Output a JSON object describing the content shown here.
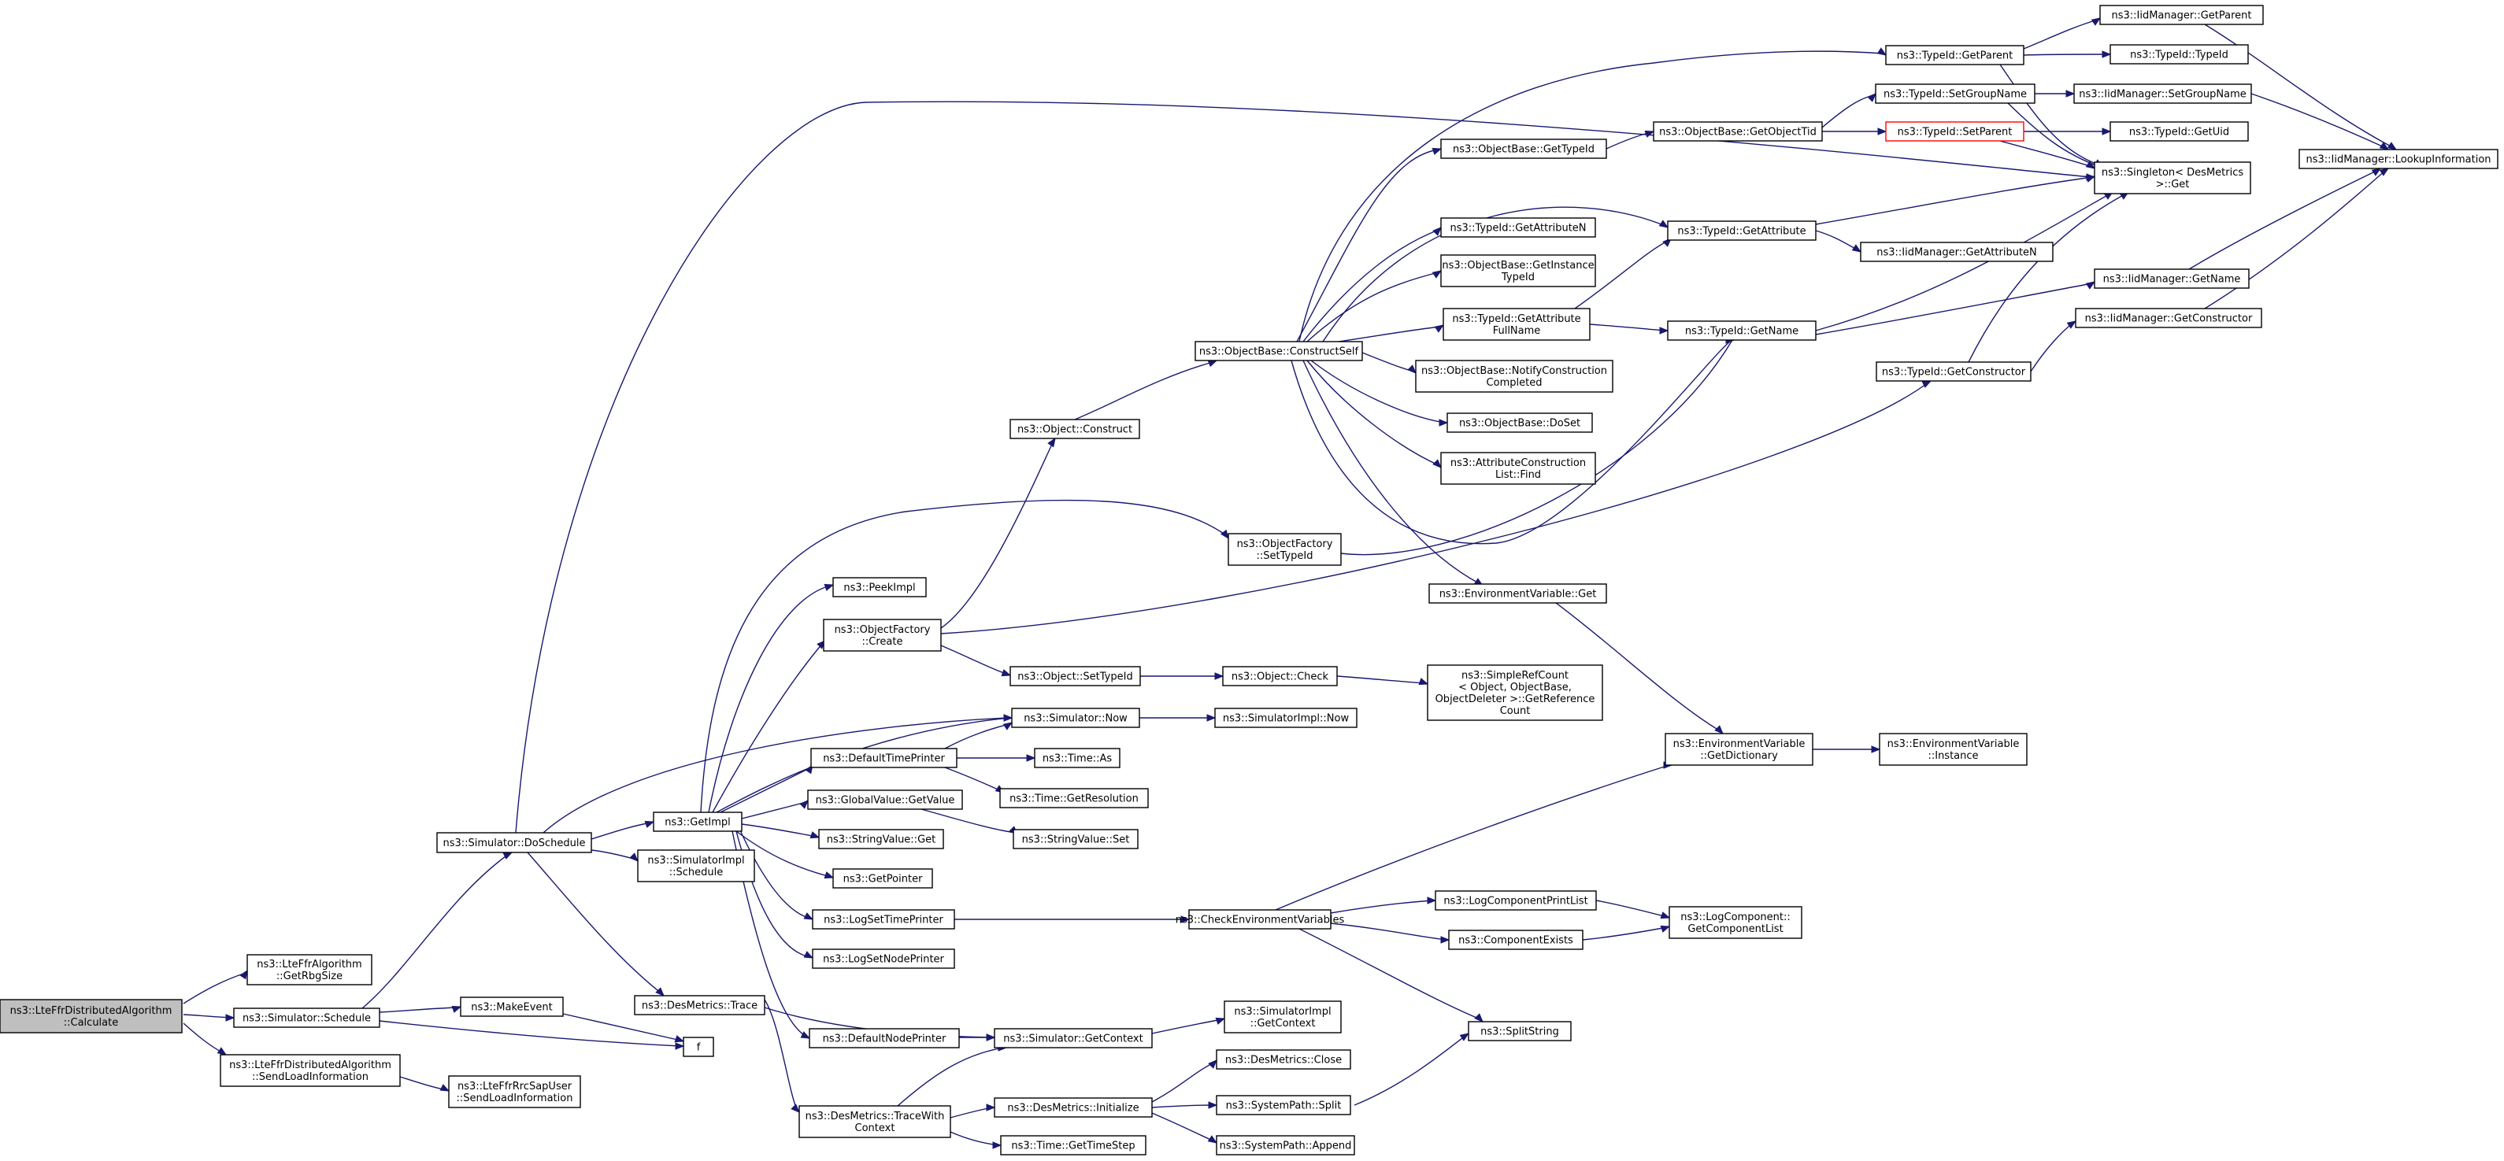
{
  "colors": {
    "edge": "#191970",
    "root_fill": "#bfbfbf",
    "highlight_border": "#ff0000"
  },
  "nodes": [
    {
      "id": "calc",
      "lines": [
        "ns3::LteFfrDistributedAlgorithm",
        "::Calculate"
      ],
      "root": true
    },
    {
      "id": "getrbg",
      "lines": [
        "ns3::LteFfrAlgorithm",
        "::GetRbgSize"
      ]
    },
    {
      "id": "sched",
      "lines": [
        "ns3::Simulator::Schedule"
      ]
    },
    {
      "id": "sendload",
      "lines": [
        "ns3::LteFfrDistributedAlgorithm",
        "::SendLoadInformation"
      ]
    },
    {
      "id": "rrcsend",
      "lines": [
        "ns3::LteFfrRrcSapUser",
        "::SendLoadInformation"
      ]
    },
    {
      "id": "mkev",
      "lines": [
        "ns3::MakeEvent"
      ]
    },
    {
      "id": "f",
      "lines": [
        "f"
      ]
    },
    {
      "id": "dosched",
      "lines": [
        "ns3::Simulator::DoSchedule"
      ]
    },
    {
      "id": "getimpl",
      "lines": [
        "ns3::GetImpl"
      ]
    },
    {
      "id": "simimplsched",
      "lines": [
        "ns3::SimulatorImpl",
        "::Schedule"
      ]
    },
    {
      "id": "desmtrace",
      "lines": [
        "ns3::DesMetrics::Trace"
      ]
    },
    {
      "id": "tracewith",
      "lines": [
        "ns3::DesMetrics::TraceWith",
        "Context"
      ]
    },
    {
      "id": "peekimpl",
      "lines": [
        "ns3::PeekImpl"
      ]
    },
    {
      "id": "ofcreate",
      "lines": [
        "ns3::ObjectFactory",
        "::Create"
      ]
    },
    {
      "id": "simnow",
      "lines": [
        "ns3::Simulator::Now"
      ]
    },
    {
      "id": "deftime",
      "lines": [
        "ns3::DefaultTimePrinter"
      ]
    },
    {
      "id": "gvget",
      "lines": [
        "ns3::GlobalValue::GetValue"
      ]
    },
    {
      "id": "strget",
      "lines": [
        "ns3::StringValue::Get"
      ]
    },
    {
      "id": "getptr",
      "lines": [
        "ns3::GetPointer"
      ]
    },
    {
      "id": "logsettime",
      "lines": [
        "ns3::LogSetTimePrinter"
      ]
    },
    {
      "id": "logsetnode",
      "lines": [
        "ns3::LogSetNodePrinter"
      ]
    },
    {
      "id": "defnode",
      "lines": [
        "ns3::DefaultNodePrinter"
      ]
    },
    {
      "id": "simgetctx",
      "lines": [
        "ns3::Simulator::GetContext"
      ]
    },
    {
      "id": "desinit",
      "lines": [
        "ns3::DesMetrics::Initialize"
      ]
    },
    {
      "id": "timestep",
      "lines": [
        "ns3::Time::GetTimeStep"
      ]
    },
    {
      "id": "objconstruct",
      "lines": [
        "ns3::Object::Construct"
      ]
    },
    {
      "id": "objsettype",
      "lines": [
        "ns3::Object::SetTypeId"
      ]
    },
    {
      "id": "objcheck",
      "lines": [
        "ns3::Object::Check"
      ]
    },
    {
      "id": "simimplnow",
      "lines": [
        "ns3::SimulatorImpl::Now"
      ]
    },
    {
      "id": "timeas",
      "lines": [
        "ns3::Time::As"
      ]
    },
    {
      "id": "timeres",
      "lines": [
        "ns3::Time::GetResolution"
      ]
    },
    {
      "id": "strset",
      "lines": [
        "ns3::StringValue::Set"
      ]
    },
    {
      "id": "checkenv",
      "lines": [
        "ns3::CheckEnvironmentVariables"
      ]
    },
    {
      "id": "simimplctx",
      "lines": [
        "ns3::SimulatorImpl",
        "::GetContext"
      ]
    },
    {
      "id": "desclose",
      "lines": [
        "ns3::DesMetrics::Close"
      ]
    },
    {
      "id": "pathsplit",
      "lines": [
        "ns3::SystemPath::Split"
      ]
    },
    {
      "id": "pathappend",
      "lines": [
        "ns3::SystemPath::Append"
      ]
    },
    {
      "id": "ofsettype",
      "lines": [
        "ns3::ObjectFactory",
        "::SetTypeId"
      ]
    },
    {
      "id": "obconstructself",
      "lines": [
        "ns3::ObjectBase::ConstructSelf"
      ]
    },
    {
      "id": "obgettype",
      "lines": [
        "ns3::ObjectBase::GetTypeId"
      ]
    },
    {
      "id": "tigetattrn",
      "lines": [
        "ns3::TypeId::GetAttributeN"
      ]
    },
    {
      "id": "obgetinst",
      "lines": [
        "ns3::ObjectBase::GetInstance",
        "TypeId"
      ]
    },
    {
      "id": "tigetattrfull",
      "lines": [
        "ns3::TypeId::GetAttribute",
        "FullName"
      ]
    },
    {
      "id": "obnotify",
      "lines": [
        "ns3::ObjectBase::NotifyConstruction",
        "Completed"
      ]
    },
    {
      "id": "obdoset",
      "lines": [
        "ns3::ObjectBase::DoSet"
      ]
    },
    {
      "id": "attrfind",
      "lines": [
        "ns3::AttributeConstruction",
        "List::Find"
      ]
    },
    {
      "id": "envget",
      "lines": [
        "ns3::EnvironmentVariable::Get"
      ]
    },
    {
      "id": "srcount",
      "lines": [
        "ns3::SimpleRefCount",
        "< Object, ObjectBase,",
        "ObjectDeleter >::GetReference",
        "Count"
      ]
    },
    {
      "id": "envdict",
      "lines": [
        "ns3::EnvironmentVariable",
        "::GetDictionary"
      ]
    },
    {
      "id": "envinst",
      "lines": [
        "ns3::EnvironmentVariable",
        "::Instance"
      ]
    },
    {
      "id": "logprintlist",
      "lines": [
        "ns3::LogComponentPrintList"
      ]
    },
    {
      "id": "compexists",
      "lines": [
        "ns3::ComponentExists"
      ]
    },
    {
      "id": "logcomplist",
      "lines": [
        "ns3::LogComponent::",
        "GetComponentList"
      ]
    },
    {
      "id": "splitstr",
      "lines": [
        "ns3::SplitString"
      ]
    },
    {
      "id": "obgetobjtid",
      "lines": [
        "ns3::ObjectBase::GetObjectTid"
      ]
    },
    {
      "id": "tigetattr",
      "lines": [
        "ns3::TypeId::GetAttribute"
      ]
    },
    {
      "id": "tigetname",
      "lines": [
        "ns3::TypeId::GetName"
      ]
    },
    {
      "id": "tigetparent",
      "lines": [
        "ns3::TypeId::GetParent"
      ]
    },
    {
      "id": "tisetgroup",
      "lines": [
        "ns3::TypeId::SetGroupName"
      ]
    },
    {
      "id": "tisetparent",
      "lines": [
        "ns3::TypeId::SetParent"
      ],
      "red": true
    },
    {
      "id": "tigetctor",
      "lines": [
        "ns3::TypeId::GetConstructor"
      ]
    },
    {
      "id": "iidgetattrn",
      "lines": [
        "ns3::IidManager::GetAttributeN"
      ]
    },
    {
      "id": "iidgetparent",
      "lines": [
        "ns3::IidManager::GetParent"
      ]
    },
    {
      "id": "titypeid",
      "lines": [
        "ns3::TypeId::TypeId"
      ]
    },
    {
      "id": "iidsetgroup",
      "lines": [
        "ns3::IidManager::SetGroupName"
      ]
    },
    {
      "id": "tigetuid",
      "lines": [
        "ns3::TypeId::GetUid"
      ]
    },
    {
      "id": "singleton",
      "lines": [
        "ns3::Singleton< DesMetrics",
        ">::Get"
      ]
    },
    {
      "id": "iidgetname",
      "lines": [
        "ns3::IidManager::GetName"
      ]
    },
    {
      "id": "iidgetctor",
      "lines": [
        "ns3::IidManager::GetConstructor"
      ]
    },
    {
      "id": "iidlookup",
      "lines": [
        "ns3::IidManager::LookupInformation"
      ]
    }
  ]
}
